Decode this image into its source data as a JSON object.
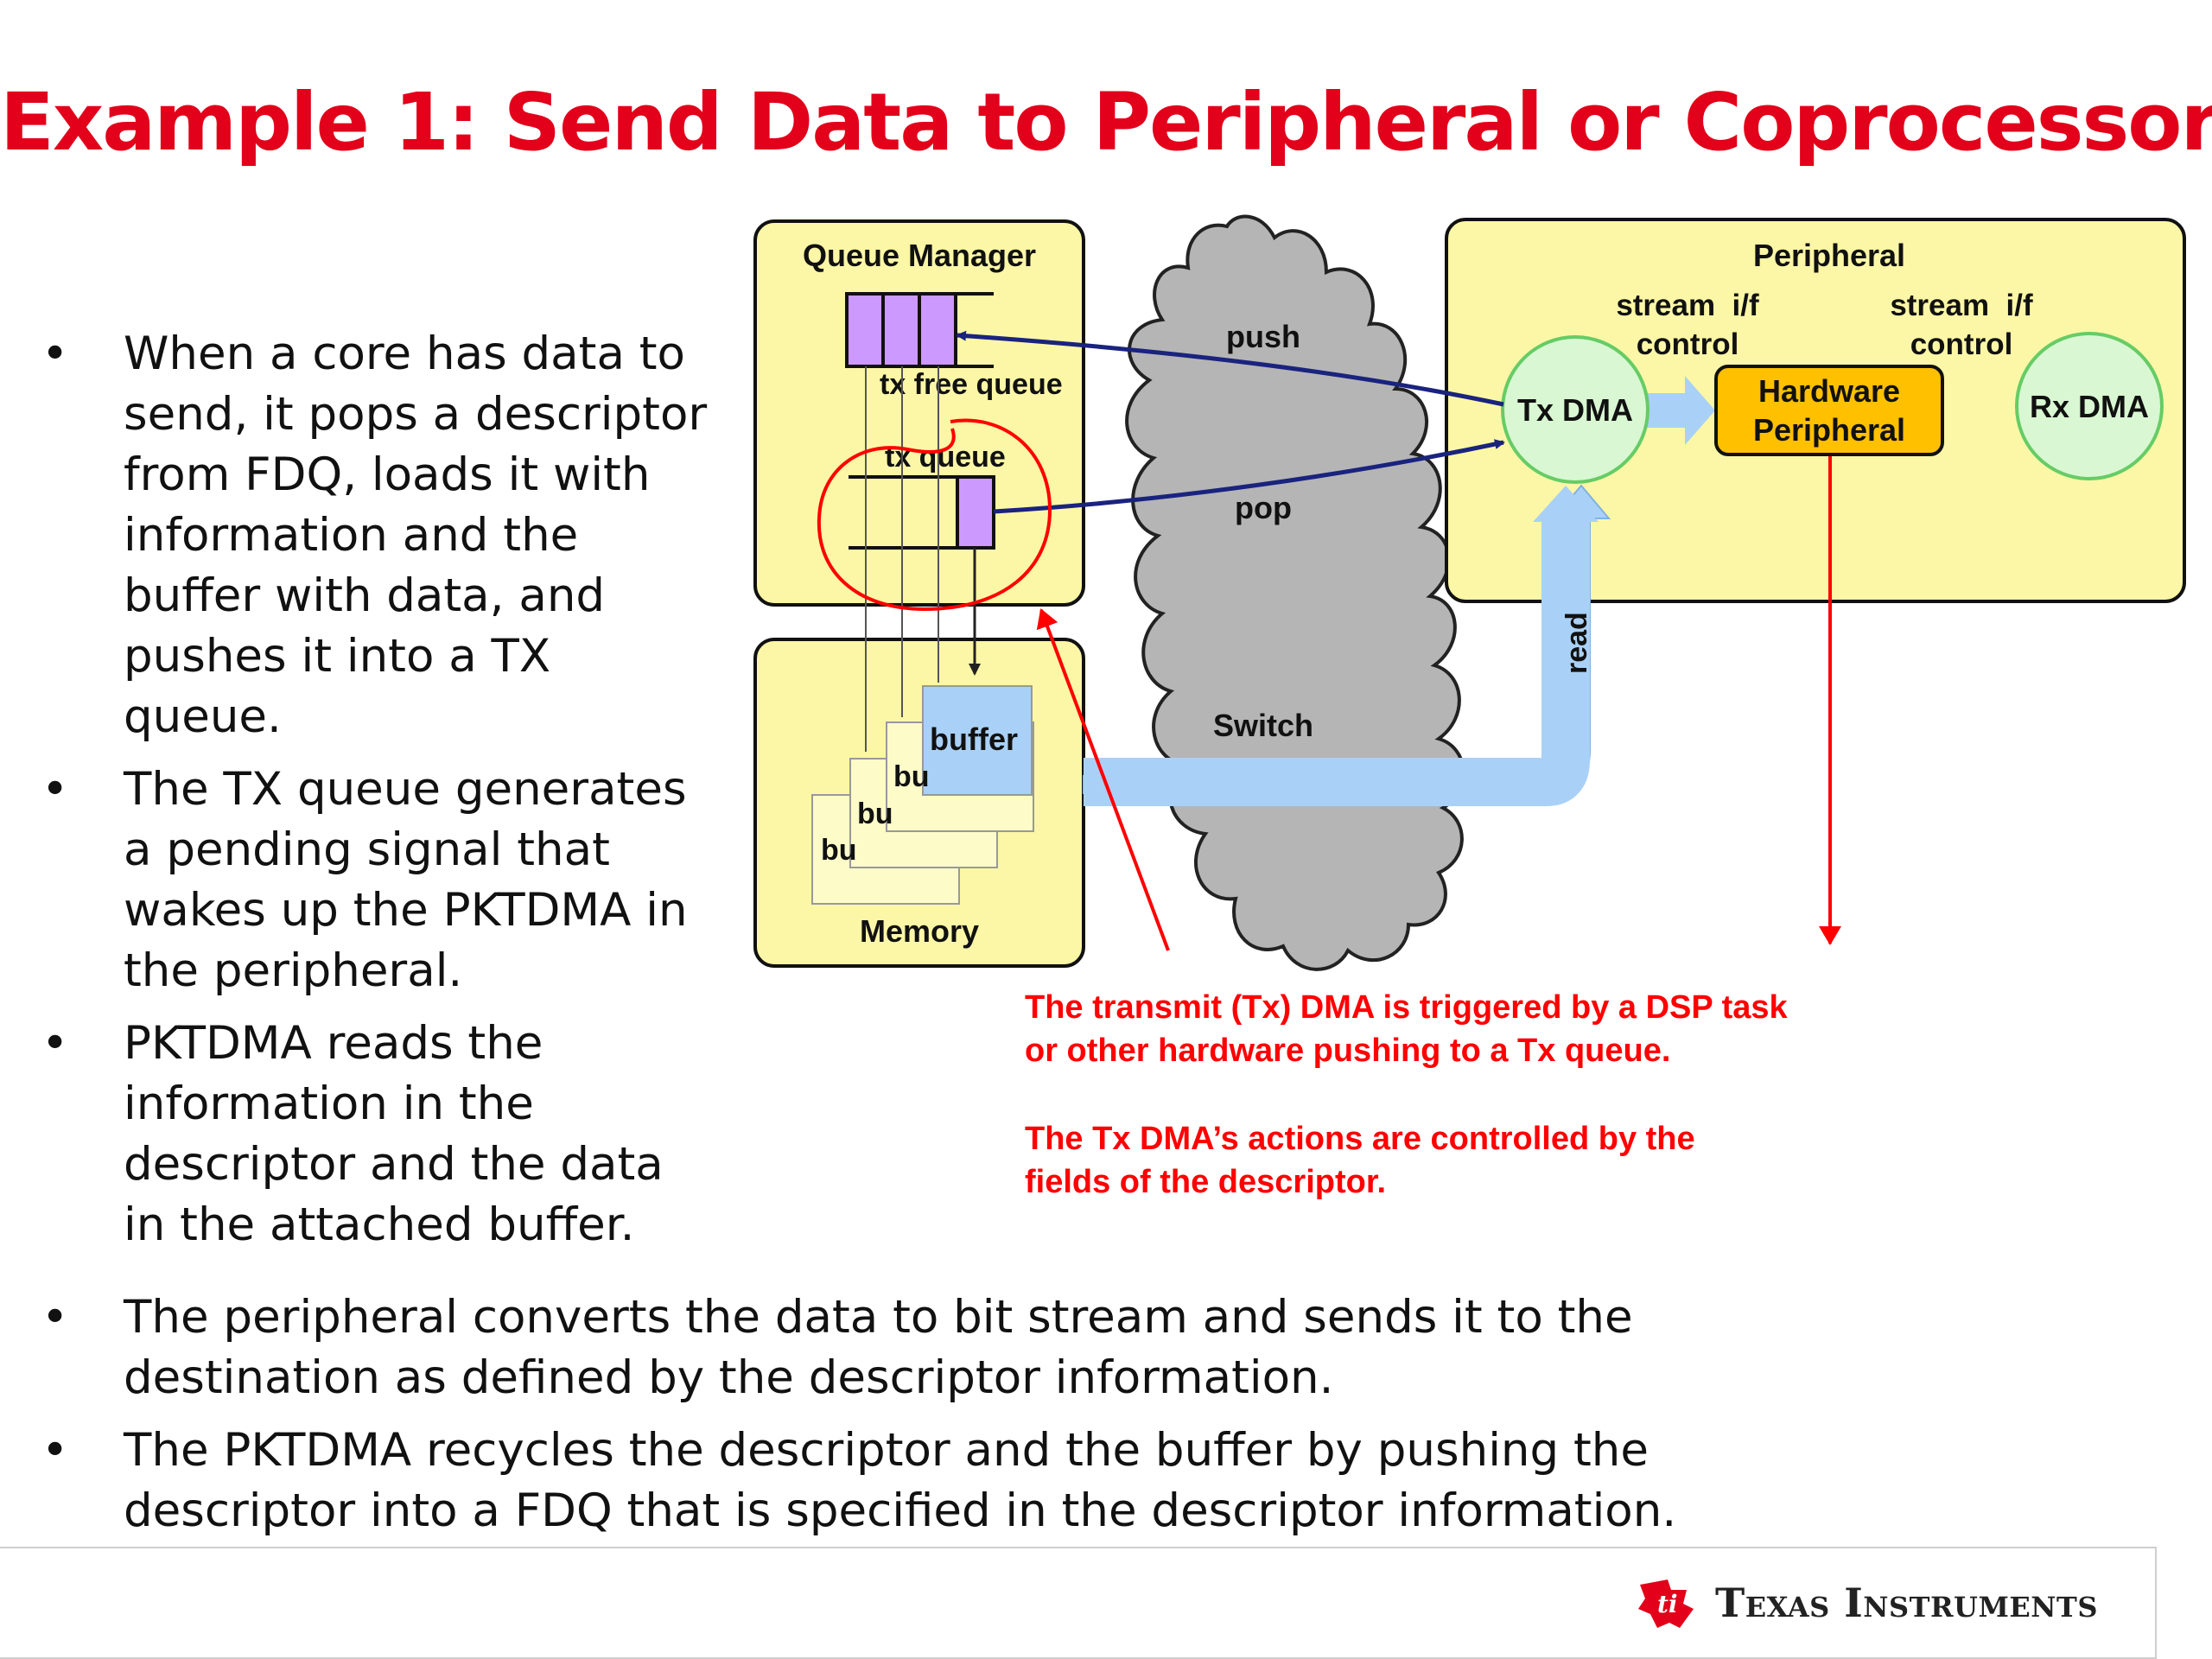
{
  "slide": {
    "title": "Example 1: Send Data to Peripheral or Coprocessor"
  },
  "bullets_top": [
    "When a core has data to send, it pops a descriptor from FDQ, loads it with information and the buffer with data, and pushes it into a TX queue.",
    "The TX queue generates a pending signal that wakes up the PKTDMA in the peripheral.",
    "PKTDMA reads the information in the descriptor and the data in the attached buffer."
  ],
  "bullets_bottom": [
    "The peripheral converts the data to bit stream and sends it to the destination as defined by the descriptor information.",
    "The PKTDMA recycles the descriptor and the buffer by pushing the descriptor into a FDQ that is specified in the descriptor information."
  ],
  "bullet_symbol": "•",
  "diagram": {
    "queue_manager": {
      "title": "Queue Manager",
      "tx_free_queue_label": "tx free queue",
      "tx_queue_label": "tx queue"
    },
    "memory": {
      "title": "Memory",
      "buffer_label": "buffer",
      "partial_buffer_label": "bu",
      "partial_buffer_label_2": "bu",
      "partial_buffer_label_3": "bu"
    },
    "switch": {
      "label": "Switch",
      "push_label": "push",
      "pop_label": "pop"
    },
    "peripheral": {
      "title": "Peripheral",
      "stream_if_left": "stream  i/f",
      "control_left": "control",
      "stream_if_right": "stream  i/f",
      "control_right": "control",
      "tx_dma": "Tx DMA",
      "rx_dma": "Rx DMA",
      "hardware_peripheral_line1": "Hardware",
      "hardware_peripheral_line2": "Peripheral"
    },
    "read_label": "read",
    "annotations": [
      "The transmit (Tx) DMA is triggered by a DSP task",
      "or other hardware pushing to a Tx queue.",
      "The Tx DMA’s actions are controlled by the",
      "fields of the descriptor."
    ]
  },
  "footer": {
    "company": "Texas Instruments",
    "logo": "ti-logo-icon"
  },
  "colors": {
    "title_red": "#e2001a",
    "box_yellow": "#fcf7a6",
    "queue_purple": "#cc99ff",
    "dma_green": "#d9f7d2",
    "hw_orange": "#ffc000",
    "read_blue": "#a9d1f7",
    "arrow_navy": "#1a237e",
    "cloud_gray": "#b5b5b5",
    "annotation_red": "#ff0000"
  }
}
